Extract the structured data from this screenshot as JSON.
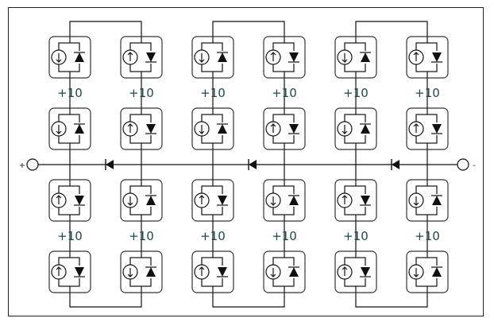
{
  "gain_label": "+10",
  "terminals": {
    "plus": "+",
    "minus": "-"
  },
  "colors": {
    "line": "#111111",
    "label": "#1b4a4a",
    "module_border": "#333333"
  },
  "cells": [
    [
      "down",
      "up",
      "down",
      "up",
      "down",
      "up"
    ],
    [
      "down",
      "up",
      "down",
      "up",
      "down",
      "up"
    ],
    [
      "up",
      "down",
      "up",
      "down",
      "up",
      "down"
    ],
    [
      "up",
      "down",
      "up",
      "down",
      "up",
      "down"
    ]
  ],
  "diodes": [
    [
      "up",
      "down",
      "up",
      "down",
      "up",
      "down"
    ],
    [
      "up",
      "down",
      "up",
      "down",
      "up",
      "down"
    ],
    [
      "down",
      "up",
      "down",
      "up",
      "down",
      "up"
    ],
    [
      "down",
      "up",
      "down",
      "up",
      "down",
      "up"
    ]
  ],
  "bus_diodes": [
    "left",
    "left",
    "left"
  ]
}
